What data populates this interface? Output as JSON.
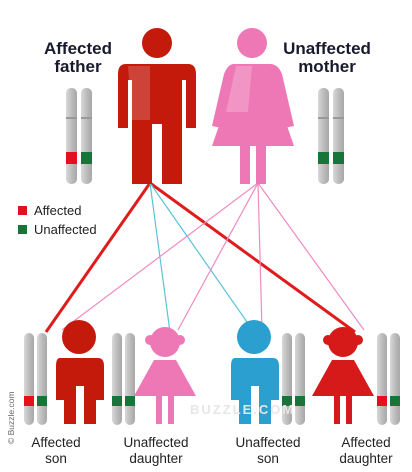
{
  "parents": {
    "father": {
      "label_line1": "Affected",
      "label_line2": "father",
      "color": "#c41a0c"
    },
    "mother": {
      "label_line1": "Unaffected",
      "label_line2": "mother",
      "color": "#ee78b5"
    }
  },
  "legend": {
    "affected": {
      "label": "Affected",
      "color": "#e3101e"
    },
    "unaffected": {
      "label": "Unaffected",
      "color": "#17753a"
    }
  },
  "children": [
    {
      "label_line1": "Affected",
      "label_line2": "son",
      "figure": "boy",
      "color": "#c41a0c",
      "marker": "affected"
    },
    {
      "label_line1": "Unaffected",
      "label_line2": "daughter",
      "figure": "girl",
      "color": "#ee78b5",
      "marker": "unaffected"
    },
    {
      "label_line1": "Unaffected",
      "label_line2": "son",
      "figure": "boy",
      "color": "#2a9fd0",
      "marker": "unaffected"
    },
    {
      "label_line1": "Affected",
      "label_line2": "daughter",
      "figure": "girl",
      "color": "#d61a1a",
      "marker": "affected"
    }
  ],
  "credit": "© Buzzle.com",
  "watermark": "BUZZLE.COM"
}
